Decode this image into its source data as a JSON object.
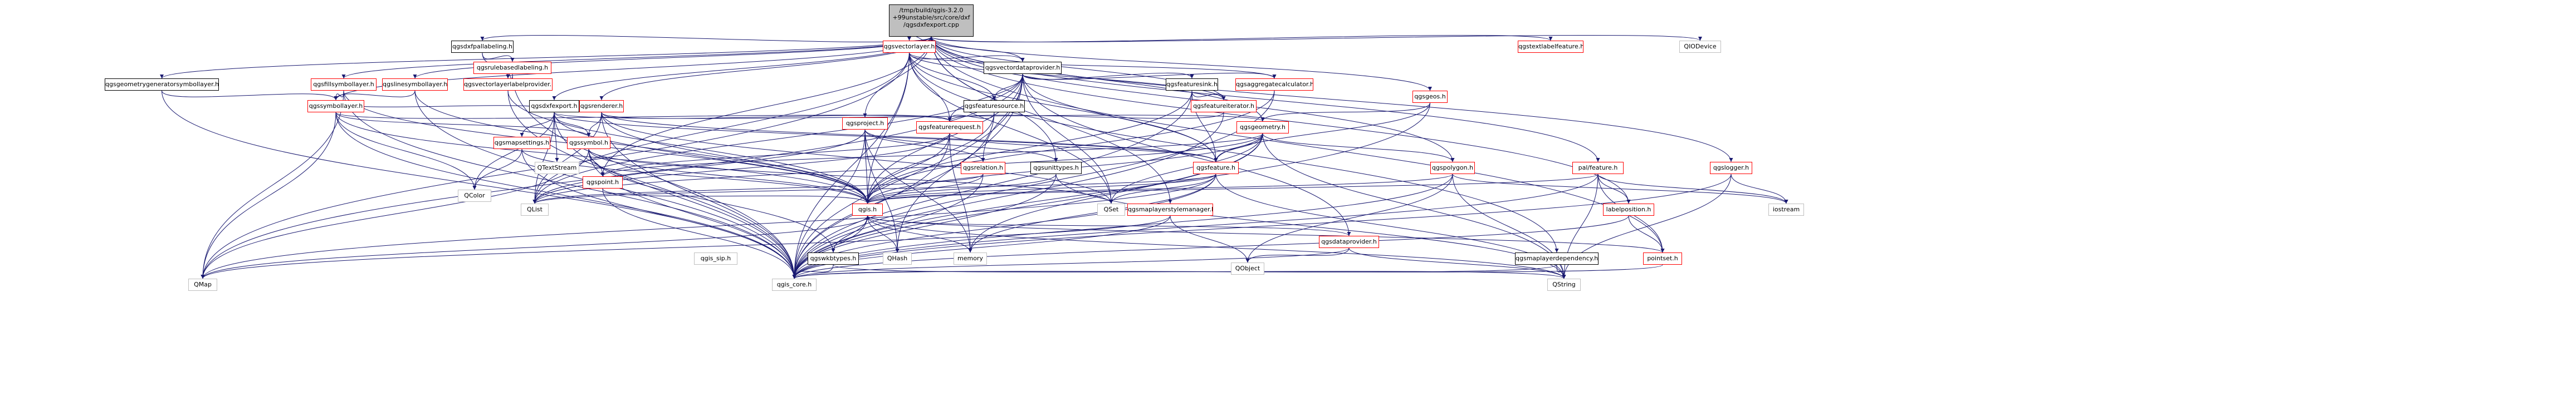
{
  "graph": {
    "root": {
      "id": "root",
      "lines": [
        "/tmp/build/qgis-3.2.0",
        "+99unstable/src/core/dxf",
        "/qgsdxfexport.cpp"
      ]
    },
    "nodes": [
      {
        "id": "qgsdxfpallabeling",
        "label": "qgsdxfpallabeling.h",
        "style": "black"
      },
      {
        "id": "qgsvectorlayer",
        "label": "qgsvectorlayer.h",
        "style": "red"
      },
      {
        "id": "qgstextlabelfeature",
        "label": "qgstextlabelfeature.h",
        "style": "red"
      },
      {
        "id": "qiodevice",
        "label": "QIODevice",
        "style": "gray"
      },
      {
        "id": "qgsrulebasedlabeling",
        "label": "qgsrulebasedlabeling.h",
        "style": "red"
      },
      {
        "id": "qgsvectordataprovider",
        "label": "qgsvectordataprovider.h",
        "style": "black"
      },
      {
        "id": "qgsgeometrygeneratorsymbollayer",
        "label": "qgsgeometrygeneratorsymbollayer.h",
        "style": "black"
      },
      {
        "id": "qgsfillsymbollayer",
        "label": "qgsfillsymbollayer.h",
        "style": "red"
      },
      {
        "id": "qgslinesymbollayer",
        "label": "qgslinesymbollayer.h",
        "style": "red"
      },
      {
        "id": "qgsvectorlayerlabelprovider",
        "label": "qgsvectorlayerlabelprovider.h",
        "style": "red"
      },
      {
        "id": "qgsfeaturesink",
        "label": "qgsfeaturesink.h",
        "style": "black"
      },
      {
        "id": "qgsaggregatecalculator",
        "label": "qgsaggregatecalculator.h",
        "style": "red"
      },
      {
        "id": "qgsgeos",
        "label": "qgsgeos.h",
        "style": "red"
      },
      {
        "id": "qgsdxfexport",
        "label": "qgsdxfexport.h",
        "style": "black"
      },
      {
        "id": "qgssymbollayer",
        "label": "qgssymbollayer.h",
        "style": "red"
      },
      {
        "id": "qgsrenderer",
        "label": "qgsrenderer.h",
        "style": "red"
      },
      {
        "id": "qgsfeaturesource",
        "label": "qgsfeaturesource.h",
        "style": "black"
      },
      {
        "id": "qgsfeatureiterator",
        "label": "qgsfeatureiterator.h",
        "style": "red"
      },
      {
        "id": "qgsproject",
        "label": "qgsproject.h",
        "style": "red"
      },
      {
        "id": "qgsfeaturerequest",
        "label": "qgsfeaturerequest.h",
        "style": "red"
      },
      {
        "id": "qgsgeometry",
        "label": "qgsgeometry.h",
        "style": "red"
      },
      {
        "id": "qgsmapsettings",
        "label": "qgsmapsettings.h",
        "style": "red"
      },
      {
        "id": "qgssymbol",
        "label": "qgssymbol.h",
        "style": "red"
      },
      {
        "id": "qtextstream",
        "label": "QTextStream",
        "style": "gray"
      },
      {
        "id": "qgsunittypes",
        "label": "qgsunittypes.h",
        "style": "black"
      },
      {
        "id": "qgsrelation",
        "label": "qgsrelation.h",
        "style": "red"
      },
      {
        "id": "qgsfeature",
        "label": "qgsfeature.h",
        "style": "red"
      },
      {
        "id": "qgspolygon",
        "label": "qgspolygon.h",
        "style": "red"
      },
      {
        "id": "pallabelposition",
        "label": "pal/feature.h",
        "style": "red"
      },
      {
        "id": "qgslogger",
        "label": "qgslogger.h",
        "style": "red"
      },
      {
        "id": "qcolor",
        "label": "QColor",
        "style": "gray"
      },
      {
        "id": "qgspoint",
        "label": "qgspoint.h",
        "style": "red"
      },
      {
        "id": "qgis",
        "label": "qgis.h",
        "style": "red"
      },
      {
        "id": "qset",
        "label": "QSet",
        "style": "gray"
      },
      {
        "id": "qgsmaplayerstylemanager",
        "label": "qgsmaplayerstylemanager.h",
        "style": "red"
      },
      {
        "id": "qgsdataprovider",
        "label": "qgsdataprovider.h",
        "style": "red"
      },
      {
        "id": "labelposition",
        "label": "labelposition.h",
        "style": "red"
      },
      {
        "id": "iostream",
        "label": "iostream",
        "style": "gray"
      },
      {
        "id": "qlist",
        "label": "QList",
        "style": "gray"
      },
      {
        "id": "qgs_sip",
        "label": "qgis_sip.h",
        "style": "gray"
      },
      {
        "id": "qgswkbtypes",
        "label": "qgswkbtypes.h",
        "style": "black"
      },
      {
        "id": "qhash",
        "label": "QHash",
        "style": "gray"
      },
      {
        "id": "memory",
        "label": "memory",
        "style": "gray"
      },
      {
        "id": "qobject",
        "label": "QObject",
        "style": "gray"
      },
      {
        "id": "pointset",
        "label": "pointset.h",
        "style": "red"
      },
      {
        "id": "qgsmaplayerdependency",
        "label": "qgsmaplayerdependency.h",
        "style": "black"
      },
      {
        "id": "qmap",
        "label": "QMap",
        "style": "gray"
      },
      {
        "id": "qgis_core",
        "label": "qgis_core.h",
        "style": "gray"
      },
      {
        "id": "qstring",
        "label": "QString",
        "style": "gray"
      }
    ],
    "edges": [
      [
        "root",
        "qgsdxfpallabeling"
      ],
      [
        "root",
        "qgsvectorlayer"
      ],
      [
        "root",
        "qgstextlabelfeature"
      ],
      [
        "root",
        "qiodevice"
      ],
      [
        "root",
        "qgsvectordataprovider"
      ],
      [
        "root",
        "qgsgeometrygeneratorsymbollayer"
      ],
      [
        "root",
        "qgsfillsymbollayer"
      ],
      [
        "root",
        "qgslinesymbollayer"
      ],
      [
        "root",
        "qgsdxfexport"
      ],
      [
        "root",
        "qgsrenderer"
      ],
      [
        "root",
        "qgsproject"
      ],
      [
        "root",
        "qgsfeatureiterator"
      ],
      [
        "root",
        "qgsgeos"
      ],
      [
        "root",
        "qgspolygon"
      ],
      [
        "root",
        "pallabelposition"
      ],
      [
        "root",
        "qgslogger"
      ],
      [
        "root",
        "qgssymbollayer"
      ],
      [
        "root",
        "qgspoint"
      ],
      [
        "root",
        "qgsunittypes"
      ],
      [
        "root",
        "qgsmaplayerstylemanager"
      ],
      [
        "root",
        "labelposition"
      ],
      [
        "root",
        "pointset"
      ],
      [
        "root",
        "qgsgeometry"
      ],
      [
        "qgsdxfpallabeling",
        "qgsrulebasedlabeling"
      ],
      [
        "qgsdxfpallabeling",
        "qgsvectorlayerlabelprovider"
      ],
      [
        "qgsrulebasedlabeling",
        "qgsvectorlayerlabelprovider"
      ],
      [
        "qgsrulebasedlabeling",
        "qgis_core"
      ],
      [
        "qgsvectorlayerlabelprovider",
        "qgis_core"
      ],
      [
        "qgsvectorlayerlabelprovider",
        "qgis"
      ],
      [
        "qgsvectorlayer",
        "qgsvectordataprovider"
      ],
      [
        "qgsvectorlayer",
        "qgsaggregatecalculator"
      ],
      [
        "qgsvectorlayer",
        "qgsfeaturesource"
      ],
      [
        "qgsvectorlayer",
        "qgsfeaturerequest"
      ],
      [
        "qgsvectorlayer",
        "qgsfeatureiterator"
      ],
      [
        "qgsvectorlayer",
        "qgsfeature"
      ],
      [
        "qgsvectorlayer",
        "qgis"
      ],
      [
        "qgsvectorlayer",
        "qmap"
      ],
      [
        "qgsvectorlayer",
        "qset"
      ],
      [
        "qgsvectorlayer",
        "qgis_core"
      ],
      [
        "qgsvectorlayer",
        "qlist"
      ],
      [
        "qgsvectorlayer",
        "qgsmaplayerdependency"
      ],
      [
        "qgsvectordataprovider",
        "qgsfeaturesink"
      ],
      [
        "qgsvectordataprovider",
        "qgsaggregatecalculator"
      ],
      [
        "qgsvectordataprovider",
        "qgsdataprovider"
      ],
      [
        "qgsvectordataprovider",
        "qgsfeature"
      ],
      [
        "qgsvectordataprovider",
        "qgsfeaturesource"
      ],
      [
        "qgsvectordataprovider",
        "qgsfeaturerequest"
      ],
      [
        "qgsvectordataprovider",
        "qgsrelation"
      ],
      [
        "qgsvectordataprovider",
        "qgis_core"
      ],
      [
        "qgsvectordataprovider",
        "qgis"
      ],
      [
        "qgsvectordataprovider",
        "qlist"
      ],
      [
        "qgsvectordataprovider",
        "qset"
      ],
      [
        "qgsvectordataprovider",
        "qmap"
      ],
      [
        "qgsvectordataprovider",
        "qhash"
      ],
      [
        "qgsvectordataprovider",
        "qgis_sip_dummy"
      ],
      [
        "qgsfeaturesink",
        "qgsfeature"
      ],
      [
        "qgsfeaturesink",
        "qgis_core"
      ],
      [
        "qgsfeaturesink",
        "qgsfeatureiterator"
      ],
      [
        "qgsfeaturesink",
        "qgis"
      ],
      [
        "qgsfeaturesource",
        "qgsfeaturerequest"
      ],
      [
        "qgsfeaturesource",
        "qgis_core"
      ],
      [
        "qgsfeaturesource",
        "qgis"
      ],
      [
        "qgsfeatureiterator",
        "qgsfeaturerequest"
      ],
      [
        "qgsfeatureiterator",
        "qgis_core"
      ],
      [
        "qgsaggregatecalculator",
        "qgis_core"
      ],
      [
        "qgsaggregatecalculator",
        "qgis"
      ],
      [
        "qgsgeos",
        "qgsgeometry"
      ],
      [
        "qgsgeos",
        "qgis_core"
      ],
      [
        "qgsgeos",
        "qgsfeature"
      ],
      [
        "qgsgeometrygeneratorsymbollayer",
        "qgssymbollayer"
      ],
      [
        "qgsgeometrygeneratorsymbollayer",
        "qgis_core"
      ],
      [
        "qgsfillsymbollayer",
        "qgssymbollayer"
      ],
      [
        "qgsfillsymbollayer",
        "qgis_core"
      ],
      [
        "qgsfillsymbollayer",
        "qgis"
      ],
      [
        "qgsfillsymbollayer",
        "qmap"
      ],
      [
        "qgslinesymbollayer",
        "qgssymbollayer"
      ],
      [
        "qgslinesymbollayer",
        "qgis_core"
      ],
      [
        "qgslinesymbollayer",
        "qgis"
      ],
      [
        "qgssymbollayer",
        "qgssymbol"
      ],
      [
        "qgssymbollayer",
        "qcolor"
      ],
      [
        "qgssymbollayer",
        "qmap"
      ],
      [
        "qgssymbollayer",
        "qgis_core"
      ],
      [
        "qgssymbollayer",
        "qgis"
      ],
      [
        "qgssymbollayer",
        "qgsfeaturerequest"
      ],
      [
        "qgsdxfexport",
        "qgsgeometry"
      ],
      [
        "qgsdxfexport",
        "qgssymbol"
      ],
      [
        "qgsdxfexport",
        "qgsmapsettings"
      ],
      [
        "qgsdxfexport",
        "qtextstream"
      ],
      [
        "qgsdxfexport",
        "qcolor"
      ],
      [
        "qgsdxfexport",
        "qlist"
      ],
      [
        "qgsdxfexport",
        "qgis_core"
      ],
      [
        "qgsdxfexport",
        "qgis"
      ],
      [
        "qgsdxfexport",
        "qgssymbollayer"
      ],
      [
        "qgsdxfexport",
        "qgsfeature"
      ],
      [
        "qgsrenderer",
        "qgssymbol"
      ],
      [
        "qgsrenderer",
        "qgsfeaturerequest"
      ],
      [
        "qgsrenderer",
        "qgsfeature"
      ],
      [
        "qgsrenderer",
        "qgis_core"
      ],
      [
        "qgsrenderer",
        "qgis"
      ],
      [
        "qgsrenderer",
        "qlist"
      ],
      [
        "qgsrenderer",
        "qset"
      ],
      [
        "qgsrenderer",
        "qgis_sip"
      ],
      [
        "qgsproject",
        "qgsunittypes"
      ],
      [
        "qgsproject",
        "qgsrelation"
      ],
      [
        "qgsproject",
        "qgis"
      ],
      [
        "qgsproject",
        "qgis_core"
      ],
      [
        "qgsproject",
        "qhash"
      ],
      [
        "qgsproject",
        "qlist"
      ],
      [
        "qgsproject",
        "qgis_sip"
      ],
      [
        "qgsproject",
        "memory"
      ],
      [
        "qgsfeaturerequest",
        "qgsfeature"
      ],
      [
        "qgsfeaturerequest",
        "qgspoint"
      ],
      [
        "qgsfeaturerequest",
        "qgis"
      ],
      [
        "qgsfeaturerequest",
        "qlist"
      ],
      [
        "qgsfeaturerequest",
        "qgis_core"
      ],
      [
        "qgsfeaturerequest",
        "memory"
      ],
      [
        "qgsgeometry",
        "qgsfeature"
      ],
      [
        "qgsgeometry",
        "qgspolygon"
      ],
      [
        "qgsgeometry",
        "qgspoint"
      ],
      [
        "qgsgeometry",
        "qgis"
      ],
      [
        "qgsgeometry",
        "qset"
      ],
      [
        "qgsgeometry",
        "qgis_core"
      ],
      [
        "qgsgeometry",
        "qstring"
      ],
      [
        "qgsgeometry",
        "qlist"
      ],
      [
        "qgsgeometry",
        "memory"
      ],
      [
        "qgsmapsettings",
        "qcolor"
      ],
      [
        "qgsmapsettings",
        "qgis_core"
      ],
      [
        "qgsmapsettings",
        "qgis"
      ],
      [
        "qgssymbol",
        "qgis"
      ],
      [
        "qgssymbol",
        "qgis_core"
      ],
      [
        "qgssymbol",
        "qmap"
      ],
      [
        "qgssymbol",
        "qset"
      ],
      [
        "qgssymbol",
        "qgspoint"
      ],
      [
        "qgssymbol",
        "qgswkbtypes"
      ],
      [
        "qgsunittypes",
        "qgis"
      ],
      [
        "qgsunittypes",
        "qgis_core"
      ],
      [
        "qgsunittypes",
        "qstring"
      ],
      [
        "qgsrelation",
        "qgis"
      ],
      [
        "qgsrelation",
        "qgis_core"
      ],
      [
        "qgsrelation",
        "qlist"
      ],
      [
        "qgsfeature",
        "qgis"
      ],
      [
        "qgsfeature",
        "qgis_core"
      ],
      [
        "qgsfeature",
        "qset"
      ],
      [
        "qgsfeature",
        "qmap"
      ],
      [
        "qgsfeature",
        "qstring"
      ],
      [
        "qgsfeature",
        "qgis_sip"
      ],
      [
        "qgsfeature",
        "qlist"
      ],
      [
        "qgsfeature",
        "memory"
      ],
      [
        "qgspolygon",
        "qgis"
      ],
      [
        "qgspolygon",
        "qgis_core"
      ],
      [
        "qgspolygon",
        "qobject"
      ],
      [
        "qgspolygon",
        "qstring"
      ],
      [
        "qgspolygon",
        "iostream"
      ],
      [
        "pallabelposition",
        "labelposition"
      ],
      [
        "pallabelposition",
        "pointset"
      ],
      [
        "pallabelposition",
        "qgis_core"
      ],
      [
        "pallabelposition",
        "qgis"
      ],
      [
        "pallabelposition",
        "iostream"
      ],
      [
        "pallabelposition",
        "qstring"
      ],
      [
        "qgslogger",
        "iostream"
      ],
      [
        "qgslogger",
        "qgis_core"
      ],
      [
        "qgslogger",
        "qstring"
      ],
      [
        "qgspoint",
        "qgis"
      ],
      [
        "qgspoint",
        "qgis_core"
      ],
      [
        "qgis",
        "qgis_sip"
      ],
      [
        "qgis",
        "qgswkbtypes"
      ],
      [
        "qgis",
        "qhash"
      ],
      [
        "qgis",
        "memory"
      ],
      [
        "qgis",
        "qgis_core"
      ],
      [
        "qgis",
        "qstring"
      ],
      [
        "qgis",
        "qmap"
      ],
      [
        "qgswkbtypes",
        "qgis"
      ],
      [
        "qgswkbtypes",
        "qgis_core"
      ],
      [
        "qgswkbtypes",
        "qstring"
      ],
      [
        "qgsmaplayerstylemanager",
        "qgis_core"
      ],
      [
        "qgsmaplayerstylemanager",
        "qobject"
      ],
      [
        "qgsmaplayerstylemanager",
        "qgis_sip"
      ],
      [
        "qgsmaplayerstylemanager",
        "qmap"
      ],
      [
        "qgsdataprovider",
        "qgis_core"
      ],
      [
        "qgsdataprovider",
        "qobject"
      ],
      [
        "qgsdataprovider",
        "qstring"
      ],
      [
        "qgsdataprovider",
        "qgis"
      ],
      [
        "labelposition",
        "pointset"
      ],
      [
        "labelposition",
        "qgis_core"
      ],
      [
        "pointset",
        "qgis_core"
      ],
      [
        "pointset",
        "qgis"
      ],
      [
        "qgsmaplayerdependency",
        "qgis_core"
      ],
      [
        "qgsmaplayerdependency",
        "qstring"
      ]
    ]
  }
}
